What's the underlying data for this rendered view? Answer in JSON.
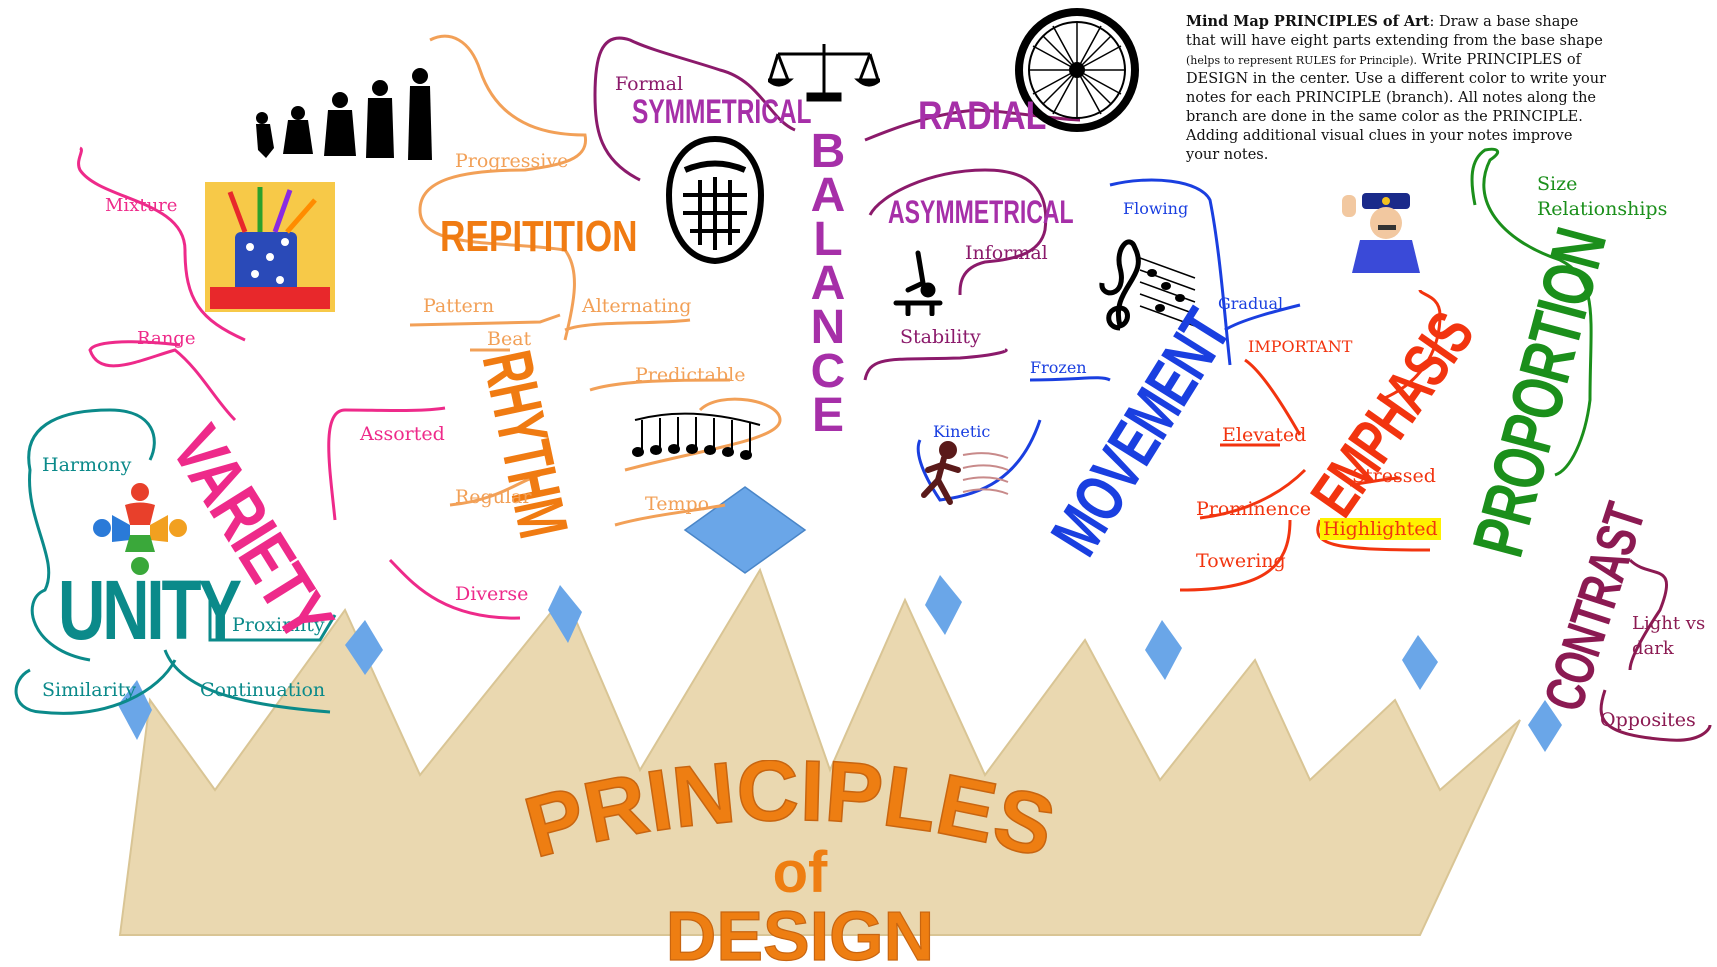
{
  "title": {
    "line1": "PRINCIPLES",
    "line2": "of",
    "line3": "DESIGN"
  },
  "instructions": {
    "heading": "Mind Map PRINCIPLES of Art",
    "sentence1": ":  Draw a base shape that will have eight parts extending from the base shape ",
    "small_note": "(helps to represent RULES for Principle).",
    "rest": " Write PRINCIPLES of DESIGN in the center. Use a different color to write your notes for each PRINCIPLE (branch). All notes along the branch are done in the same color as the PRINCIPLE. Adding additional visual clues in your notes improve your notes."
  },
  "colors": {
    "unity": "#0b8a8a",
    "variety": "#ee2a8a",
    "rhythm": "#f2a057",
    "rhythm_main": "#f07b12",
    "balance": "#8b1a6b",
    "balance_main": "#a62fa8",
    "movement": "#1a3fe0",
    "emphasis": "#f2340f",
    "proportion": "#1b8f1b",
    "contrast": "#8b1a52",
    "crown": "#ead8b0",
    "title": "#ee7e12",
    "diamond": "#6aa6e8"
  },
  "unity": {
    "label": "UNITY",
    "notes": [
      "Harmony",
      "Proximity",
      "Similarity",
      "Continuation"
    ]
  },
  "variety": {
    "label": "VARIETY",
    "notes": [
      "Mixture",
      "Range",
      "Assorted",
      "Diverse"
    ]
  },
  "rhythm": {
    "label": "RHYTHM",
    "sub": "REPITITION",
    "notes": [
      "Progressive",
      "Pattern",
      "Beat",
      "Alternating",
      "Predictable",
      "Regular",
      "Tempo"
    ]
  },
  "balance": {
    "label": "BALANCE",
    "symmetrical": "SYMMETRICAL",
    "asymmetrical": "ASYMMETRICAL",
    "radial": "RADIAL",
    "notes": [
      "Formal",
      "Informal",
      "Stability"
    ]
  },
  "movement": {
    "label": "MOVEMENT",
    "notes": [
      "Flowing",
      "Gradual",
      "Frozen",
      "Kinetic"
    ]
  },
  "emphasis": {
    "label": "EMPHASIS",
    "notes": [
      "IMPORTANT",
      "Elevated",
      "Stressed",
      "Prominence",
      "Highlighted",
      "Towering"
    ]
  },
  "proportion": {
    "label": "PROPORTION",
    "notes": [
      "Size",
      "Relationships"
    ]
  },
  "contrast": {
    "label": "CONTRAST",
    "notes": [
      "Light vs",
      "dark",
      "Opposites"
    ]
  },
  "icons": [
    "evolution-silhouette-icon",
    "paint-brushes-cup-icon",
    "unity-people-icon",
    "music-notes-icon",
    "scales-icon",
    "hockey-mask-icon",
    "gymnast-icon",
    "bicycle-wheel-icon",
    "treble-clef-music-icon",
    "running-man-icon",
    "police-officer-icon"
  ]
}
